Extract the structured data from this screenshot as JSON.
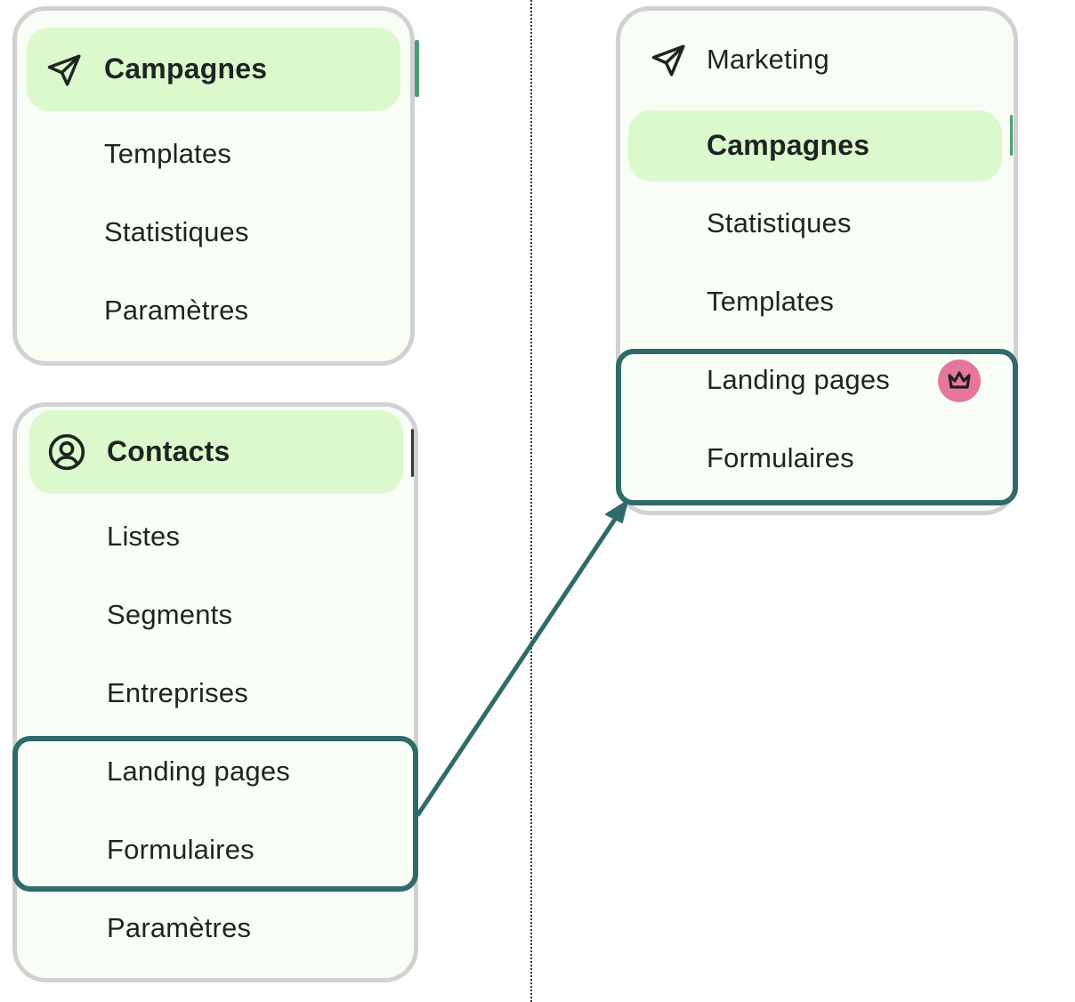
{
  "colors": {
    "card_bg": "#f8fdf5",
    "card_border": "#d1d1d1",
    "active_bg": "#dcf9cd",
    "highlight": "#2f6b69",
    "badge": "#e5779d",
    "accent_tab": "#4a9e77"
  },
  "left_top_menu": {
    "header": {
      "label": "Campagnes",
      "icon": "send-icon"
    },
    "items": [
      "Templates",
      "Statistiques",
      "Paramètres"
    ]
  },
  "left_bottom_menu": {
    "header": {
      "label": "Contacts",
      "icon": "user-circle-icon"
    },
    "items": [
      "Listes",
      "Segments",
      "Entreprises",
      "Landing pages",
      "Formulaires",
      "Paramètres"
    ]
  },
  "right_menu": {
    "header": {
      "label": "Marketing",
      "icon": "send-icon"
    },
    "items": [
      {
        "label": "Campagnes",
        "active": true
      },
      {
        "label": "Statistiques"
      },
      {
        "label": "Templates"
      },
      {
        "label": "Landing pages",
        "badge_icon": "crown-icon"
      },
      {
        "label": "Formulaires"
      }
    ]
  }
}
